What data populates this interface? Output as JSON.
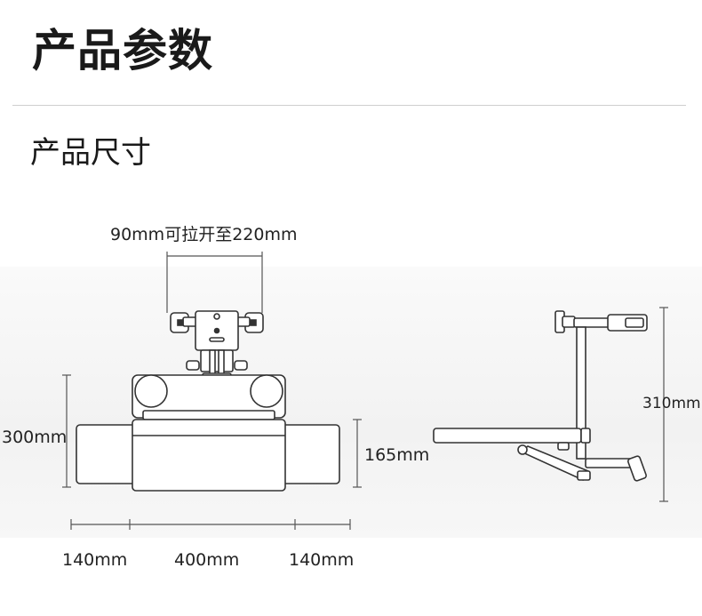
{
  "page": {
    "title": "产品参数",
    "section_title": "产品尺寸"
  },
  "front_view": {
    "top_width_label": "90mm可拉开至220mm",
    "height_label": "300mm",
    "tray_height_label": "165mm",
    "bottom_left_label": "140mm",
    "bottom_middle_label": "400mm",
    "bottom_right_label": "140mm"
  },
  "side_view": {
    "height_label": "310mm"
  },
  "colors": {
    "line": "#333333",
    "dim_line": "#555555",
    "fill": "#ffffff"
  }
}
